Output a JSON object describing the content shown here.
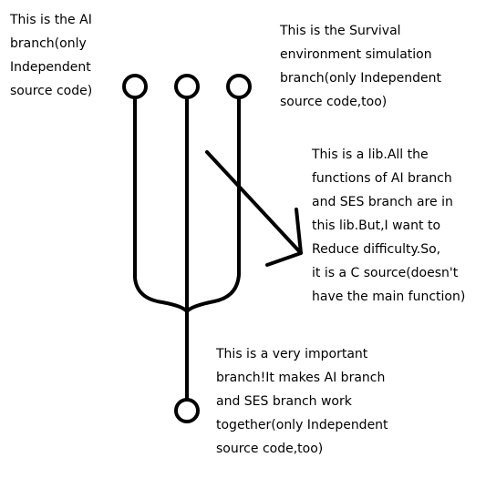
{
  "labels": {
    "ai_branch": "This is the AI\nbranch(only\nIndependent\nsource code)",
    "ses_branch": "This is the Survival\nenvironment simulation\nbranch(only Independent\nsource code,too)",
    "lib": "This is a lib.All the\nfunctions of AI branch\nand SES branch are in\nthis lib.But,I want to\nReduce difficulty.So,\nit is a C source(doesn't\nhave the main function)",
    "main_branch": "This is a very important\nbranch!It makes AI branch\nand SES branch work\ntogether(only Independent\nsource code,too)"
  },
  "colors": {
    "ink": "#000000",
    "background": "#ffffff"
  }
}
